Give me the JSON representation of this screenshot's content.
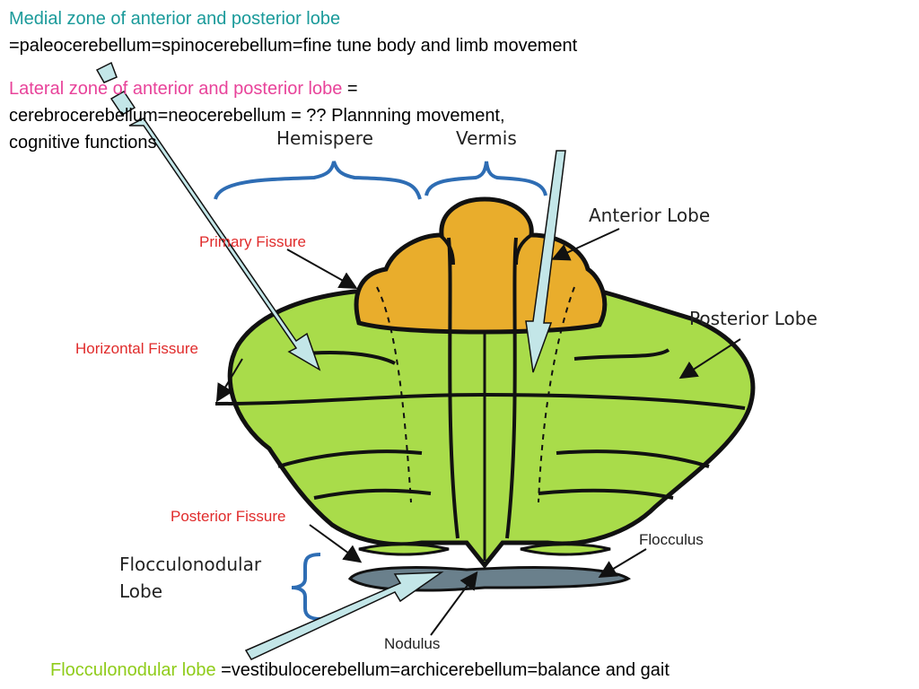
{
  "header": {
    "medial_title": "Medial zone of anterior and posterior lobe",
    "medial_desc": "=paleocerebellum=spinocerebellum=fine tune body and limb movement",
    "lateral_title": "Lateral zone of anterior and posterior lobe",
    "lateral_eq": " =",
    "lateral_line2": "cerebrocerebellum=neocerebellum = ?? Plannning movement,",
    "lateral_line3": "cognitive functions"
  },
  "footer": {
    "floc_title": "Flocculonodular lobe",
    "floc_desc": " =vestibulocerebellum=archicerebellum=balance and gait"
  },
  "diagram": {
    "hemisphere": "Hemispere",
    "vermis": "Vermis",
    "anterior_lobe": "Anterior Lobe",
    "posterior_lobe": "Posterior Lobe",
    "primary_fissure": "Primary Fissure",
    "horizontal_fissure": "Horizontal Fissure",
    "posterior_fissure": "Posterior Fissure",
    "flocculus": "Flocculus",
    "flocculonodular_1": "Flocculonodular",
    "flocculonodular_2": "Lobe",
    "nodulus": "Nodulus"
  },
  "colors": {
    "anterior_fill": "#e9ad2c",
    "posterior_fill": "#a9dc4a",
    "nodulus_fill": "#6a808c",
    "brace": "#2e6db4",
    "arrow_fill": "#c3e6e8",
    "fissure_label": "#e02b2b"
  }
}
